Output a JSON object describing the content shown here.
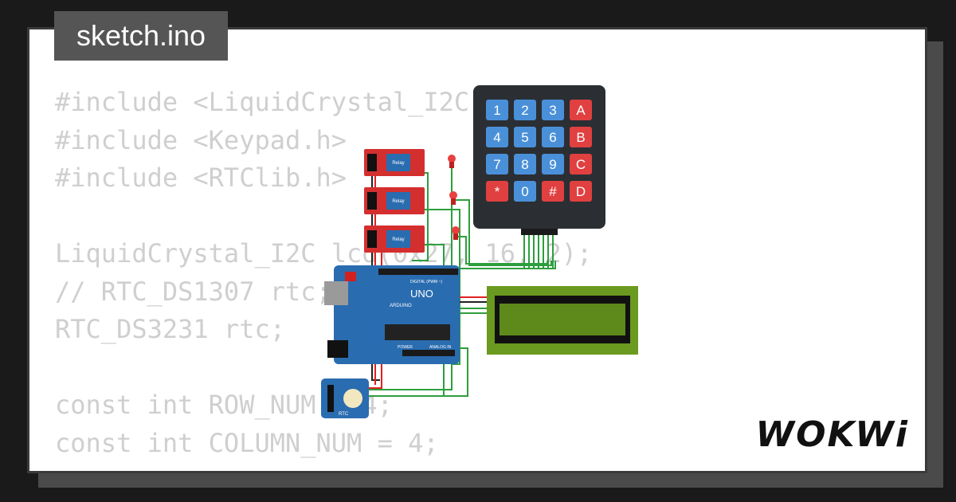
{
  "tab": {
    "filename": "sketch.ino"
  },
  "code": {
    "lines": [
      "#include <LiquidCrystal_I2C.h>",
      "#include <Keypad.h>",
      "#include <RTClib.h>",
      "",
      "LiquidCrystal_I2C lcd(0x27, 16, 2);",
      "// RTC_DS1307 rtc;",
      "RTC_DS3231 rtc;",
      "",
      "const int ROW_NUM = 4;",
      "const int COLUMN_NUM = 4;"
    ]
  },
  "keypad": {
    "keys": [
      "1",
      "2",
      "3",
      "A",
      "4",
      "5",
      "6",
      "B",
      "7",
      "8",
      "9",
      "C",
      "*",
      "0",
      "#",
      "D"
    ]
  },
  "board": {
    "model": "UNO",
    "brand": "ARDUINO",
    "digital_label": "DIGITAL (PWM ~)",
    "analog_label": "ANALOG IN",
    "power_label": "POWER"
  },
  "relays": {
    "label": "Relay"
  },
  "rtc": {
    "label": "RTC"
  },
  "brand": {
    "logo": "WOKWi"
  },
  "colors": {
    "background": "#1a1a1a",
    "card": "#ffffff",
    "code_text": "#cfcfcf",
    "board": "#2a6cb0",
    "keypad_body": "#2b2f33",
    "key_blue": "#4a90d9",
    "key_red": "#e04040",
    "relay": "#d42f2f",
    "lcd_green": "#6a9a1f",
    "wire_green": "#2e9e3e",
    "wire_red": "#e02020"
  }
}
